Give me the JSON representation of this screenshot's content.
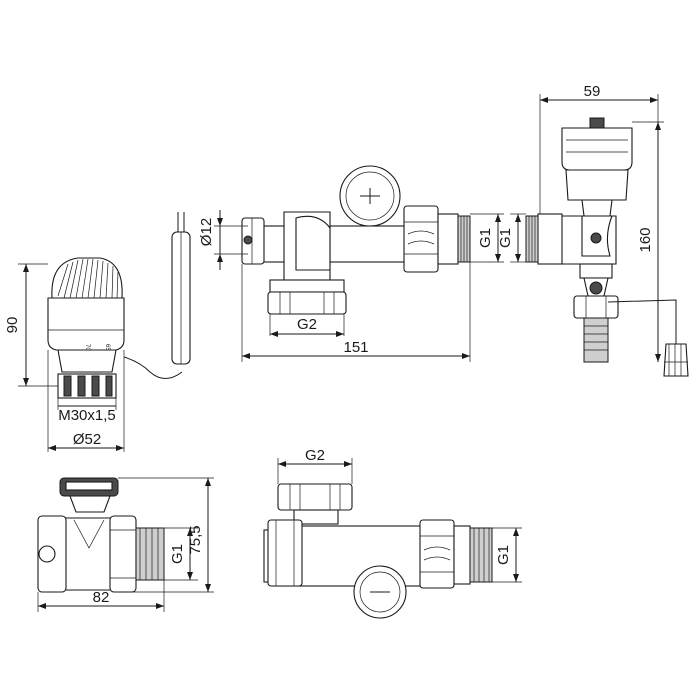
{
  "dimensions": {
    "d59": "59",
    "d160": "160",
    "d12": "Ø12",
    "g1_top_mid": "G1",
    "g1_top_right": "G1",
    "g2_top": "G2",
    "d151": "151",
    "d90": "90",
    "m30": "M30x1,5",
    "d52": "Ø52",
    "g2_bottom": "G2",
    "g1_bottom_right": "G1",
    "g1_bottom_left": "G1",
    "d75": "75,5",
    "d82": "82"
  },
  "head_scale": {
    "s70": "70",
    "s65": "65"
  }
}
